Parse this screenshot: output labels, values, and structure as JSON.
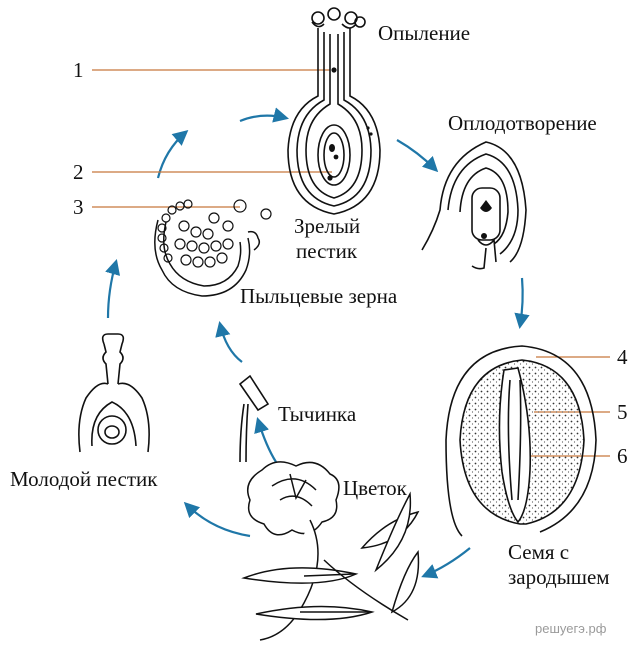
{
  "labels": {
    "pollination": "Опыление",
    "fertilization": "Оплодотворение",
    "mature_pistil_line1": "Зрелый",
    "mature_pistil_line2": "пестик",
    "pollen_grains": "Пыльцевые зерна",
    "stamen": "Тычинка",
    "young_pistil": "Молодой пестик",
    "flower": "Цветок",
    "seed_line1": "Семя с",
    "seed_line2": "зародышем"
  },
  "numbers": [
    "1",
    "2",
    "3",
    "4",
    "5",
    "6"
  ],
  "watermark": "решуегэ.рф",
  "colors": {
    "arrow": "#1f77a8",
    "leader": "#c8783c",
    "ink": "#111111"
  }
}
